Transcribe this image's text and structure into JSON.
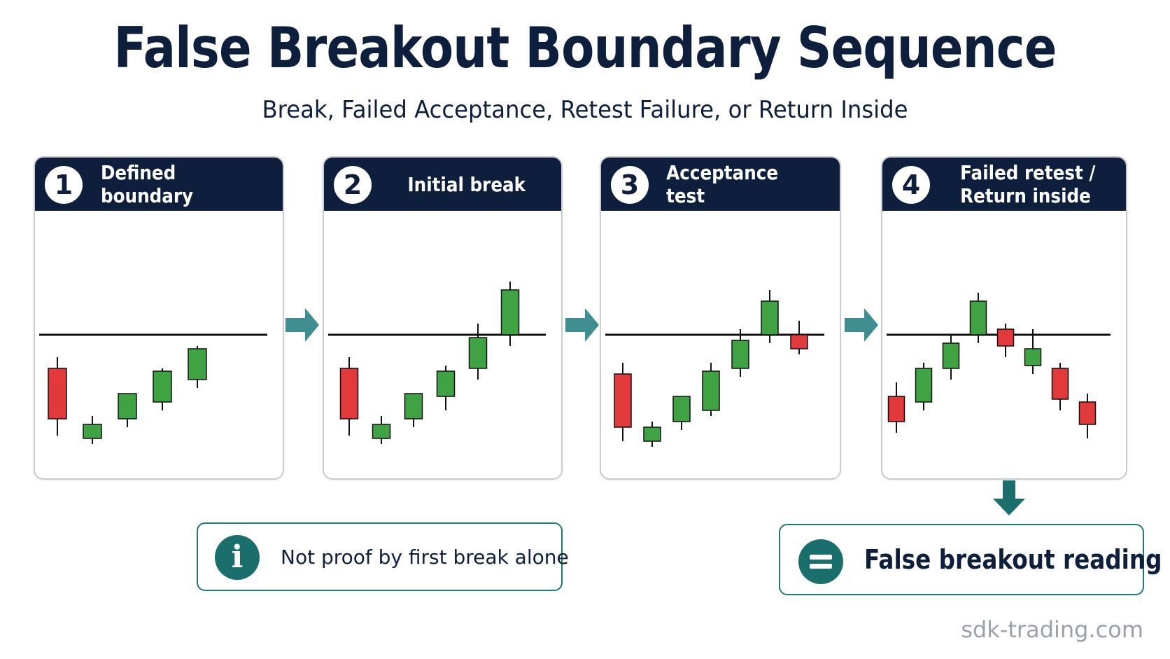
{
  "title": "False Breakout Boundary Sequence",
  "subtitle": "Break, Failed Acceptance, Retest Failure, or Return Inside",
  "colors": {
    "navy": "#0d1f3c",
    "teal": "#1a6f6d",
    "arrow_teal": "#3f8f90",
    "bullish": "#3fa344",
    "bearish": "#e2393a",
    "boundary": "#111111"
  },
  "panels": [
    {
      "number": "1",
      "label": "Defined boundary",
      "candles": [
        {
          "o": 38,
          "h": 42,
          "l": 14,
          "c": 20
        },
        {
          "o": 13,
          "h": 21,
          "l": 11,
          "c": 18
        },
        {
          "o": 20,
          "h": 29,
          "l": 17,
          "c": 29
        },
        {
          "o": 26,
          "h": 38,
          "l": 23,
          "c": 37
        },
        {
          "o": 34,
          "h": 46,
          "l": 31,
          "c": 45
        }
      ]
    },
    {
      "number": "2",
      "label": "Initial break",
      "candles": [
        {
          "o": 38,
          "h": 42,
          "l": 14,
          "c": 20
        },
        {
          "o": 13,
          "h": 21,
          "l": 11,
          "c": 18
        },
        {
          "o": 20,
          "h": 29,
          "l": 17,
          "c": 29
        },
        {
          "o": 28,
          "h": 39,
          "l": 23,
          "c": 37
        },
        {
          "o": 38,
          "h": 54,
          "l": 34,
          "c": 49
        },
        {
          "o": 50,
          "h": 69,
          "l": 46,
          "c": 66
        }
      ]
    },
    {
      "number": "3",
      "label": "Acceptance test",
      "candles": [
        {
          "o": 36,
          "h": 40,
          "l": 12,
          "c": 17
        },
        {
          "o": 12,
          "h": 19,
          "l": 10,
          "c": 17
        },
        {
          "o": 19,
          "h": 28,
          "l": 16,
          "c": 28
        },
        {
          "o": 23,
          "h": 40,
          "l": 21,
          "c": 37
        },
        {
          "o": 38,
          "h": 52,
          "l": 35,
          "c": 48
        },
        {
          "o": 50,
          "h": 66,
          "l": 47,
          "c": 62
        },
        {
          "o": 50,
          "h": 55,
          "l": 43,
          "c": 45
        }
      ]
    },
    {
      "number": "4",
      "label": "Failed retest /\nReturn inside",
      "candles": [
        {
          "o": 28,
          "h": 33,
          "l": 15,
          "c": 19
        },
        {
          "o": 26,
          "h": 40,
          "l": 23,
          "c": 38
        },
        {
          "o": 38,
          "h": 50,
          "l": 34,
          "c": 47
        },
        {
          "o": 50,
          "h": 65,
          "l": 47,
          "c": 62
        },
        {
          "o": 52,
          "h": 54,
          "l": 42,
          "c": 46
        },
        {
          "o": 39,
          "h": 52,
          "l": 36,
          "c": 45
        },
        {
          "o": 38,
          "h": 40,
          "l": 23,
          "c": 27
        },
        {
          "o": 26,
          "h": 29,
          "l": 13,
          "c": 18
        }
      ]
    }
  ],
  "boundary_level": 50,
  "note": "Not proof by first break alone",
  "result": "False breakout reading",
  "footer": "sdk-trading.com"
}
